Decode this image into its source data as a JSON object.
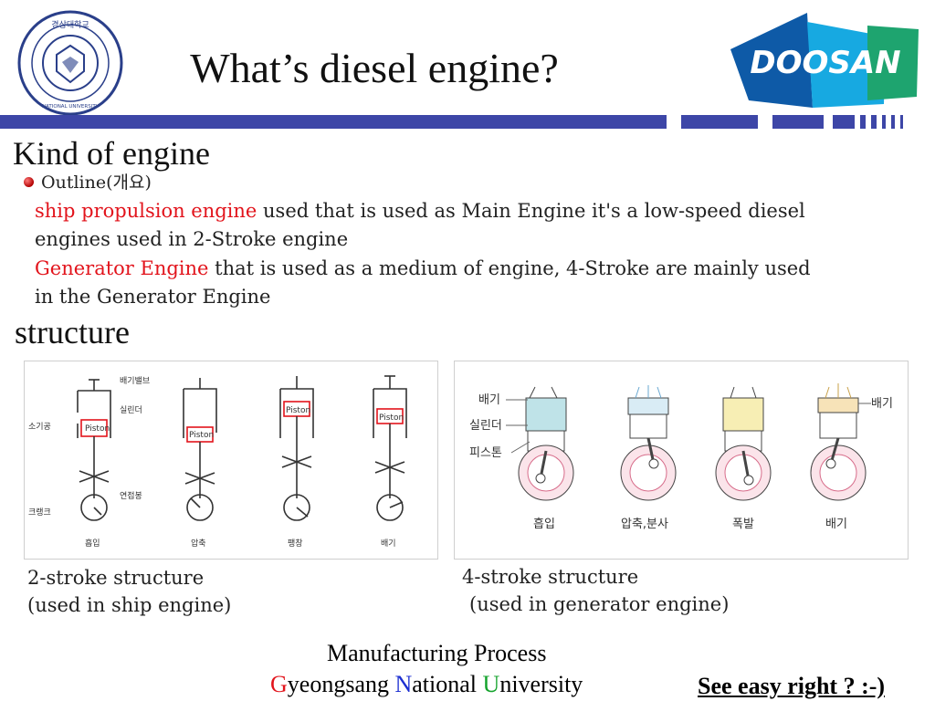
{
  "header": {
    "title": "What’s  diesel engine?",
    "seal_text": "경 상 대 학 교 · GYEONGSANG NATIONAL UNIVERSITY",
    "brand": "DOOSAN"
  },
  "section1": {
    "heading": "Kind of engine",
    "outline_label": "Outline(개요)",
    "p1_highlight": "ship propulsion engine",
    "p1_rest": " used that is used as Main Engine it's a low-speed diesel engines used in 2-Stroke engine",
    "p2_highlight": "Generator Engine",
    "p2_rest": " that is used as a medium of engine, 4-Stroke are mainly used in the Generator Engine"
  },
  "section2": {
    "heading": "structure",
    "two_stroke": {
      "labels": [
        "배기밸브",
        "실린더",
        "소기공",
        "연접봉",
        "크랭크"
      ],
      "piston": "Piston",
      "stages": [
        "흡입",
        "압축",
        "팽창",
        "배기"
      ],
      "caption1": "2-stroke structure",
      "caption2": "(used in ship engine)"
    },
    "four_stroke": {
      "labels": [
        "배기",
        "실린더",
        "피스톤",
        "배기"
      ],
      "stages": [
        "흡입",
        "압축,분사",
        "폭발",
        "배기"
      ],
      "caption1": "4-stroke structure",
      "caption2": "(used in generator engine)"
    }
  },
  "footer": {
    "line1": "Manufacturing Process",
    "g": "G",
    "g_rest": "yeongsang ",
    "n": "N",
    "n_rest": "ational ",
    "u": "U",
    "u_rest": "niversity",
    "note": "See easy right ? :-)"
  },
  "colors": {
    "band": "#3d46a7",
    "highlight": "#e2141c",
    "doosan_blue": "#0e5aa7",
    "doosan_cyan": "#17a9e1",
    "doosan_green": "#1ea46f"
  }
}
